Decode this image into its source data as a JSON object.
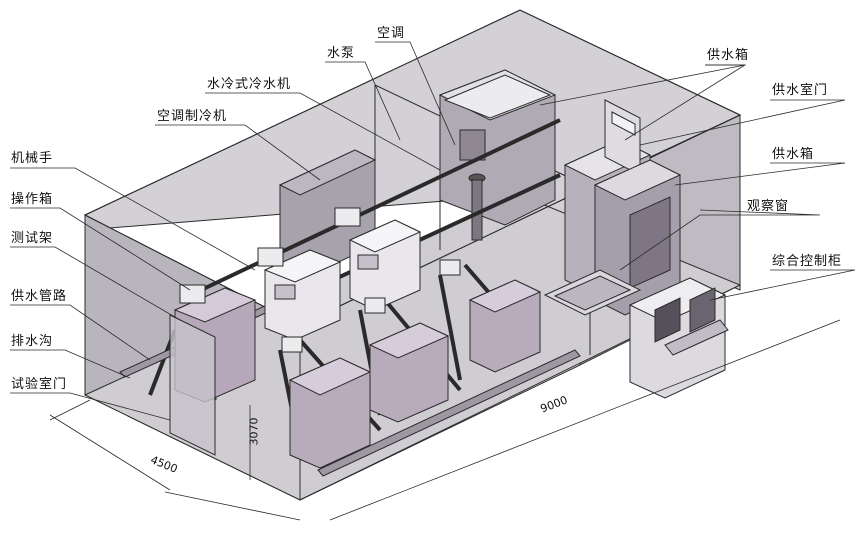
{
  "labels": {
    "air_conditioner": "空调",
    "water_pump": "水泵",
    "water_chiller": "水冷式冷水机",
    "ac_refrigeration": "空调制冷机",
    "manipulator": "机械手",
    "operation_box": "操作箱",
    "test_rack": "测试架",
    "water_supply_pipe": "供水管路",
    "drain_trench": "排水沟",
    "test_room_door": "试验室门",
    "water_tank_top": "供水箱",
    "water_room_door": "供水室门",
    "water_tank_right": "供水箱",
    "observation_window": "观察窗",
    "control_cabinet": "综合控制柜"
  },
  "dimensions": {
    "width": "4500",
    "length": "9000",
    "height": "3070"
  },
  "colors": {
    "line": "#2b2b2b",
    "room_fill": "#c9c6cc",
    "wall_dark": "#a9a5ad",
    "equipment": "#b4a9b8",
    "frame": "#2a2a2a",
    "panel_light": "#e8e6ea"
  }
}
